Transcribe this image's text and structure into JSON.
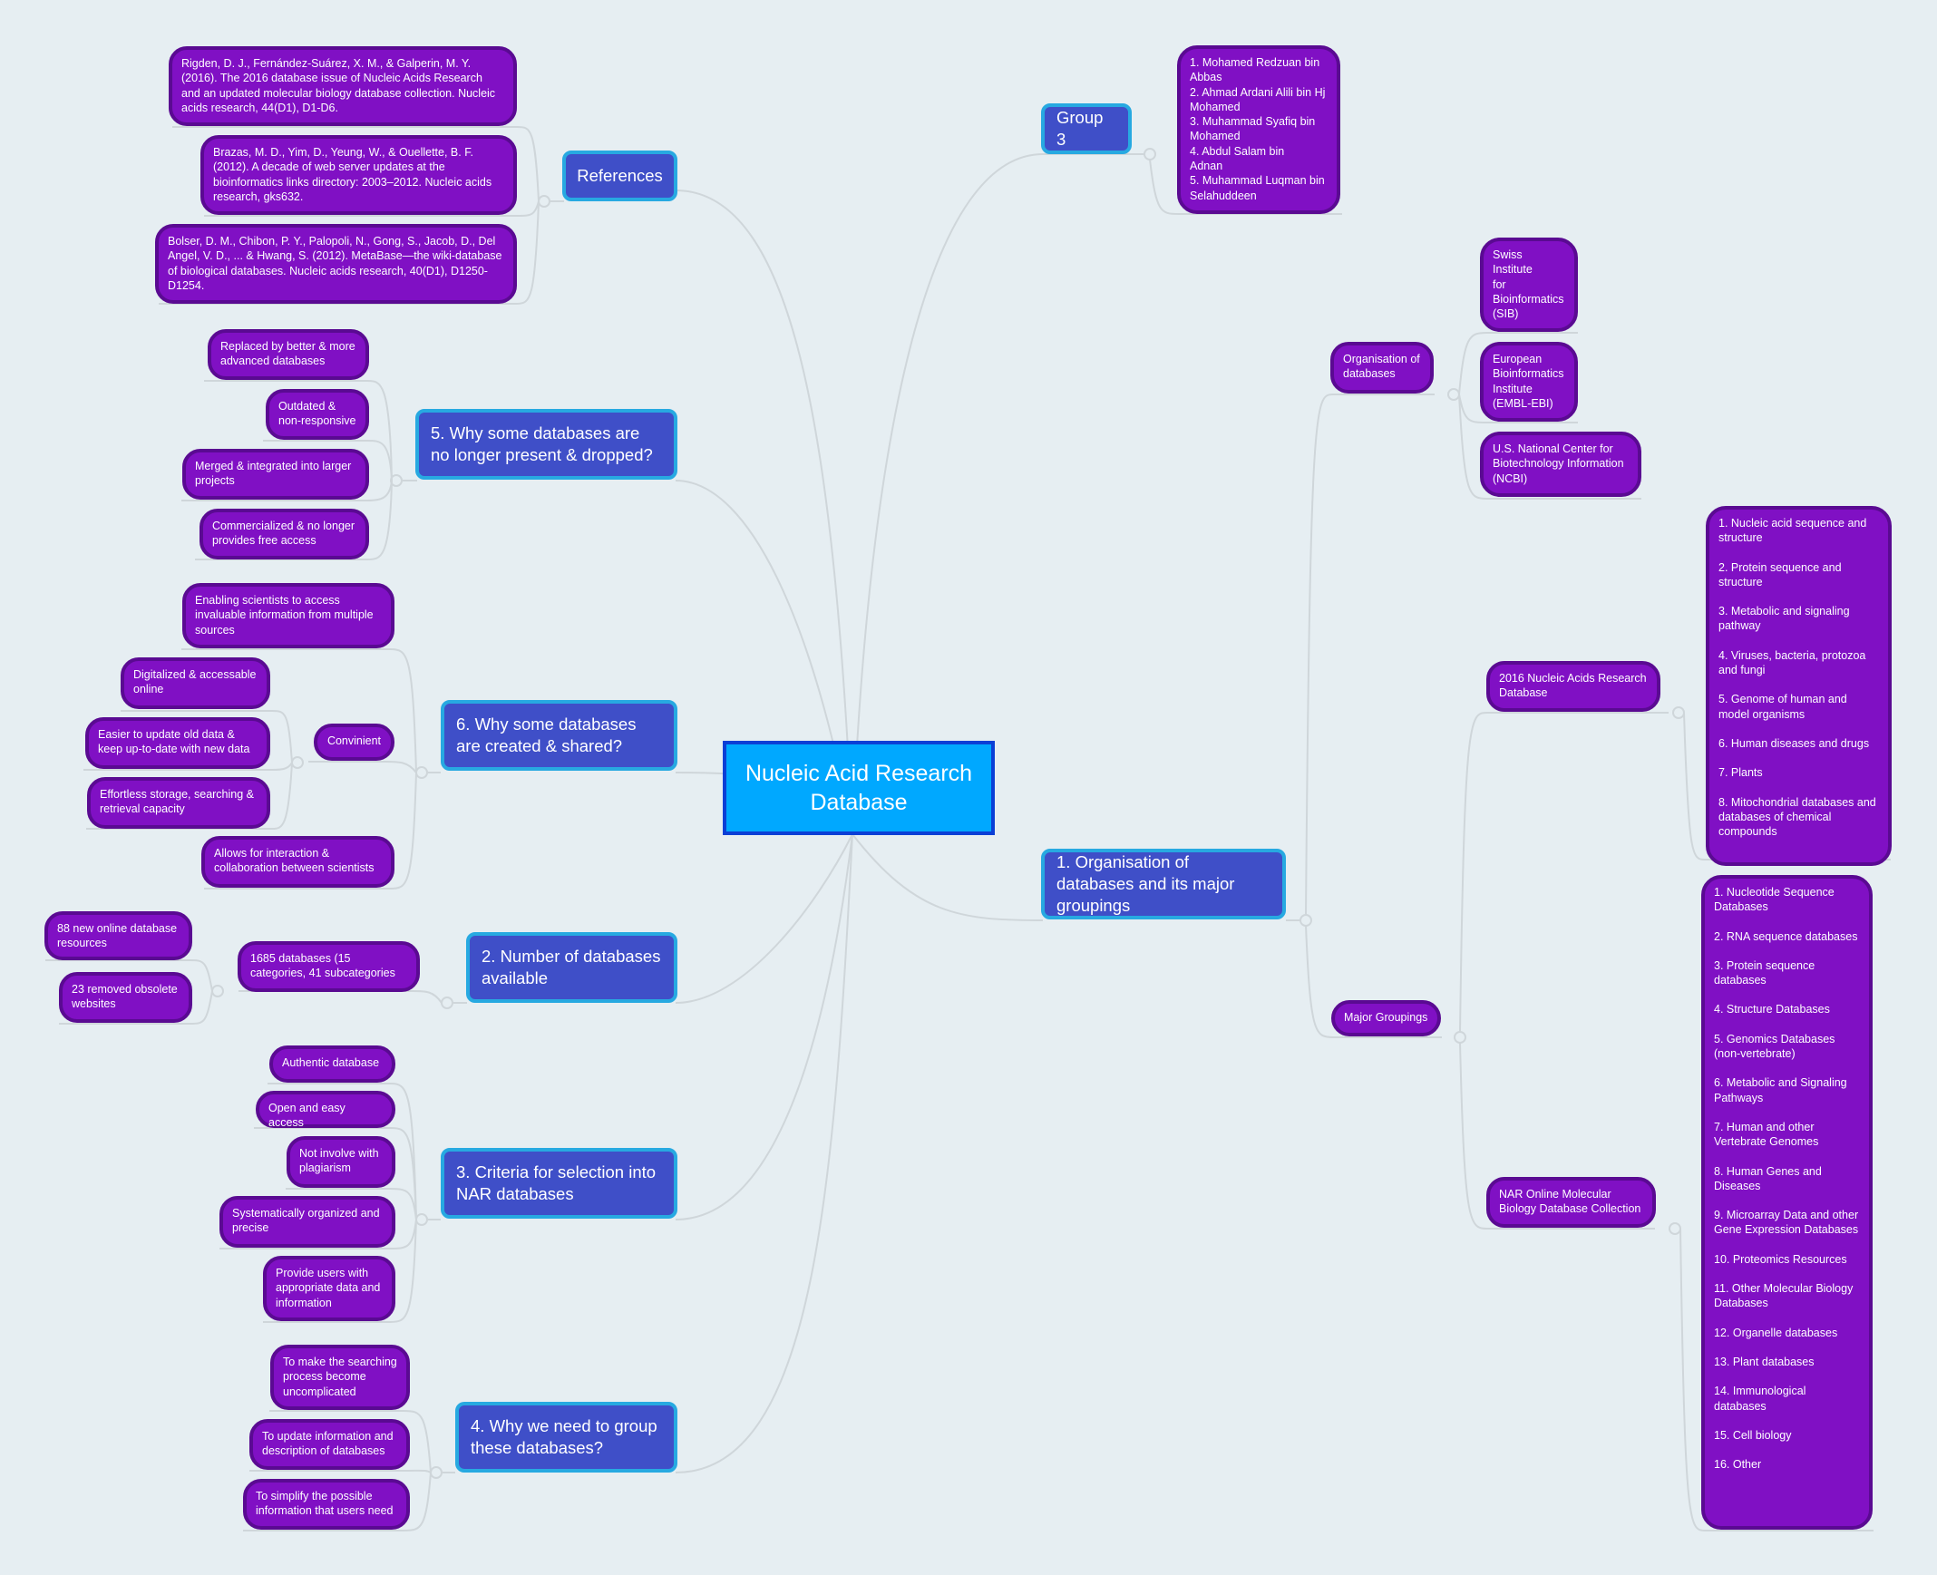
{
  "root": {
    "title": "Nucleic Acid Research Database"
  },
  "references": {
    "title": "References",
    "items": [
      "Rigden, D. J., Fernández-Suárez, X. M., & Galperin, M. Y. (2016). The 2016 database issue of Nucleic Acids Research and an updated molecular biology database collection. Nucleic acids research, 44(D1), D1-D6.",
      "Brazas, M. D., Yim, D., Yeung, W., & Ouellette, B. F. (2012). A decade of web server updates at the bioinformatics links directory: 2003–2012. Nucleic acids research, gks632.",
      "Bolser, D. M., Chibon, P. Y., Palopoli, N., Gong, S., Jacob, D., Del Angel, V. D., ... & Hwang, S. (2012). MetaBase—the wiki-database of biological databases. Nucleic acids research, 40(D1), D1250-D1254."
    ]
  },
  "group": {
    "title": "Group 3",
    "members": "1. Mohamed Redzuan bin\nAbbas\n2. Ahmad Ardani Alili bin Hj\nMohamed\n3. Muhammad Syafiq bin\nMohamed\n4. Abdul Salam bin\nAdnan\n5. Muhammad Luqman bin\nSelahuddeen"
  },
  "topic5": {
    "title": "5. Why some databases are no longer present & dropped?",
    "items": [
      "Replaced by better & more advanced databases",
      "Outdated & non-responsive",
      "Merged & integrated into larger projects",
      "Commercialized & no longer provides free access"
    ]
  },
  "topic6": {
    "title": "6. Why some databases are created & shared?",
    "items": [
      "Enabling scientists to access invaluable information from multiple sources",
      "Convinient",
      "Allows for interaction & collaboration between scientists"
    ],
    "convinient_children": [
      "Digitalized & accessable online",
      "Easier to update old data & keep up-to-date with new data",
      "Effortless storage, searching & retrieval capacity"
    ]
  },
  "topic2": {
    "title": "2. Number of databases available",
    "item": "1685 databases (15 categories, 41 subcategories",
    "children": [
      "88 new online database resources",
      "23 removed obsolete websites"
    ]
  },
  "topic3": {
    "title": "3. Criteria for selection into NAR databases",
    "items": [
      "Authentic database",
      "Open and easy access",
      "Not involve with plagiarism",
      "Systematically organized and precise",
      "Provide users with appropriate data and information"
    ]
  },
  "topic4": {
    "title": "4. Why we need to group these databases?",
    "items": [
      "To make the searching process become uncomplicated",
      "To update information and description of databases",
      "To simplify the possible information that users need"
    ]
  },
  "topic1": {
    "title": "1. Organisation of databases and its major groupings",
    "organisation": {
      "title": "Organisation of databases",
      "items": [
        "Swiss\nInstitute\nfor\nBioinformatics\n(SIB)",
        "European\nBioinformatics\nInstitute\n(EMBL-EBI)",
        "U.S. National Center for Biotechnology Information (NCBI)"
      ]
    },
    "major_groupings": {
      "title": "Major Groupings",
      "nar2016": {
        "title": "2016 Nucleic Acids Research Database",
        "categories": [
          "1. Nucleic acid sequence and structure",
          "2. Protein sequence and structure",
          "3. Metabolic and signaling pathway",
          "4. Viruses, bacteria, protozoa and fungi",
          "5. Genome of human and model organisms",
          "6. Human diseases and drugs",
          "7. Plants",
          "8. Mitochondrial databases and databases of chemical compounds"
        ]
      },
      "nar_online": {
        "title": "NAR Online Molecular Biology Database Collection",
        "categories": [
          "1. Nucleotide Sequence Databases",
          "2. RNA sequence databases",
          "3. Protein sequence databases",
          "4. Structure Databases",
          "5. Genomics Databases (non-vertebrate)",
          "6. Metabolic and Signaling Pathways",
          "7. Human and other Vertebrate Genomes",
          "8. Human Genes and Diseases",
          "9. Microarray Data and other Gene Expression Databases",
          "10. Proteomics Resources",
          "11. Other Molecular Biology Databases",
          "12. Organelle databases",
          "13. Plant databases",
          "14. Immunological databases",
          "15. Cell biology",
          "16. Other"
        ]
      }
    }
  },
  "colors": {
    "background": "#e6eef2",
    "root_fill": "#00a8ff",
    "root_border": "#0b3fd6",
    "topic_fill": "#3f4fc8",
    "topic_border": "#27a9e1",
    "leaf_fill": "#8010c4",
    "leaf_border": "#5a0a92",
    "connector": "#cfd6da"
  }
}
